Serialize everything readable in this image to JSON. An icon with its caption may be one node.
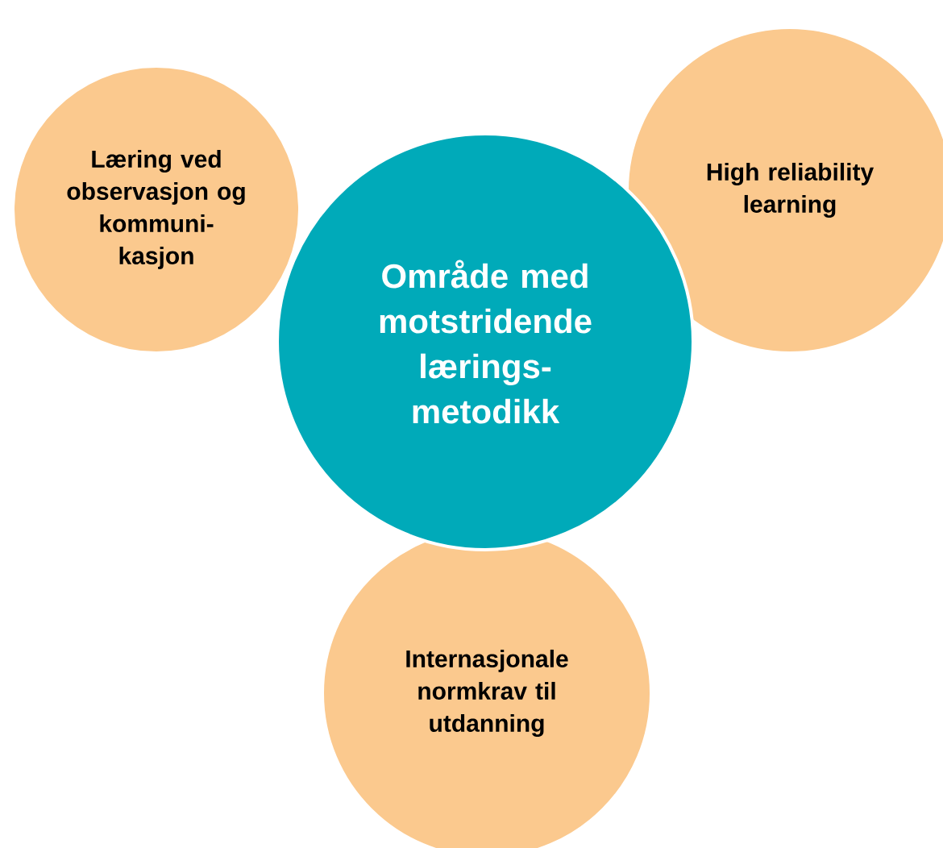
{
  "diagram": {
    "nodes": [
      {
        "text": [
          "Læring ved observasjon og kommuni- kasjon"
        ]
      },
      {
        "text": [
          "High reliability learning"
        ]
      },
      {
        "text": [
          "Internasjonale normkrav til utdanning"
        ]
      },
      {
        "text": [
          "Område med motstridende lærings- metodikk"
        ]
      }
    ]
  }
}
